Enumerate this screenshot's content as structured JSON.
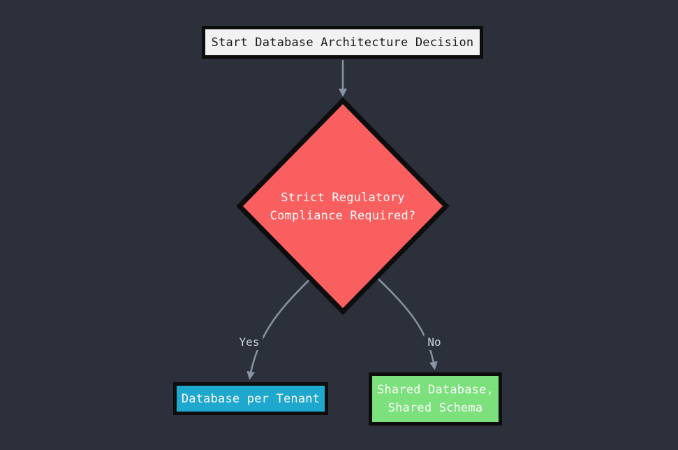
{
  "colors": {
    "background": "#2b303b",
    "node_border": "#0d0d0d",
    "start_fill": "#f2f2f2",
    "start_text": "#1b1b1b",
    "decision_fill": "#fa5f5f",
    "decision_text": "#f8f8f8",
    "tenant_fill": "#1fa8cd",
    "shared_fill": "#7ce07c",
    "node_text": "#fafafa",
    "edge_line": "#8893a3",
    "edge_label_text": "#ccd2da"
  },
  "nodes": {
    "start": {
      "label": "Start Database Architecture Decision"
    },
    "decision": {
      "lines": [
        "Strict Regulatory",
        "Compliance Required?"
      ]
    },
    "tenant": {
      "label": "Database per Tenant"
    },
    "shared": {
      "lines": [
        "Shared Database,",
        "Shared Schema"
      ]
    }
  },
  "edges": {
    "yes_label": "Yes",
    "no_label": "No"
  }
}
